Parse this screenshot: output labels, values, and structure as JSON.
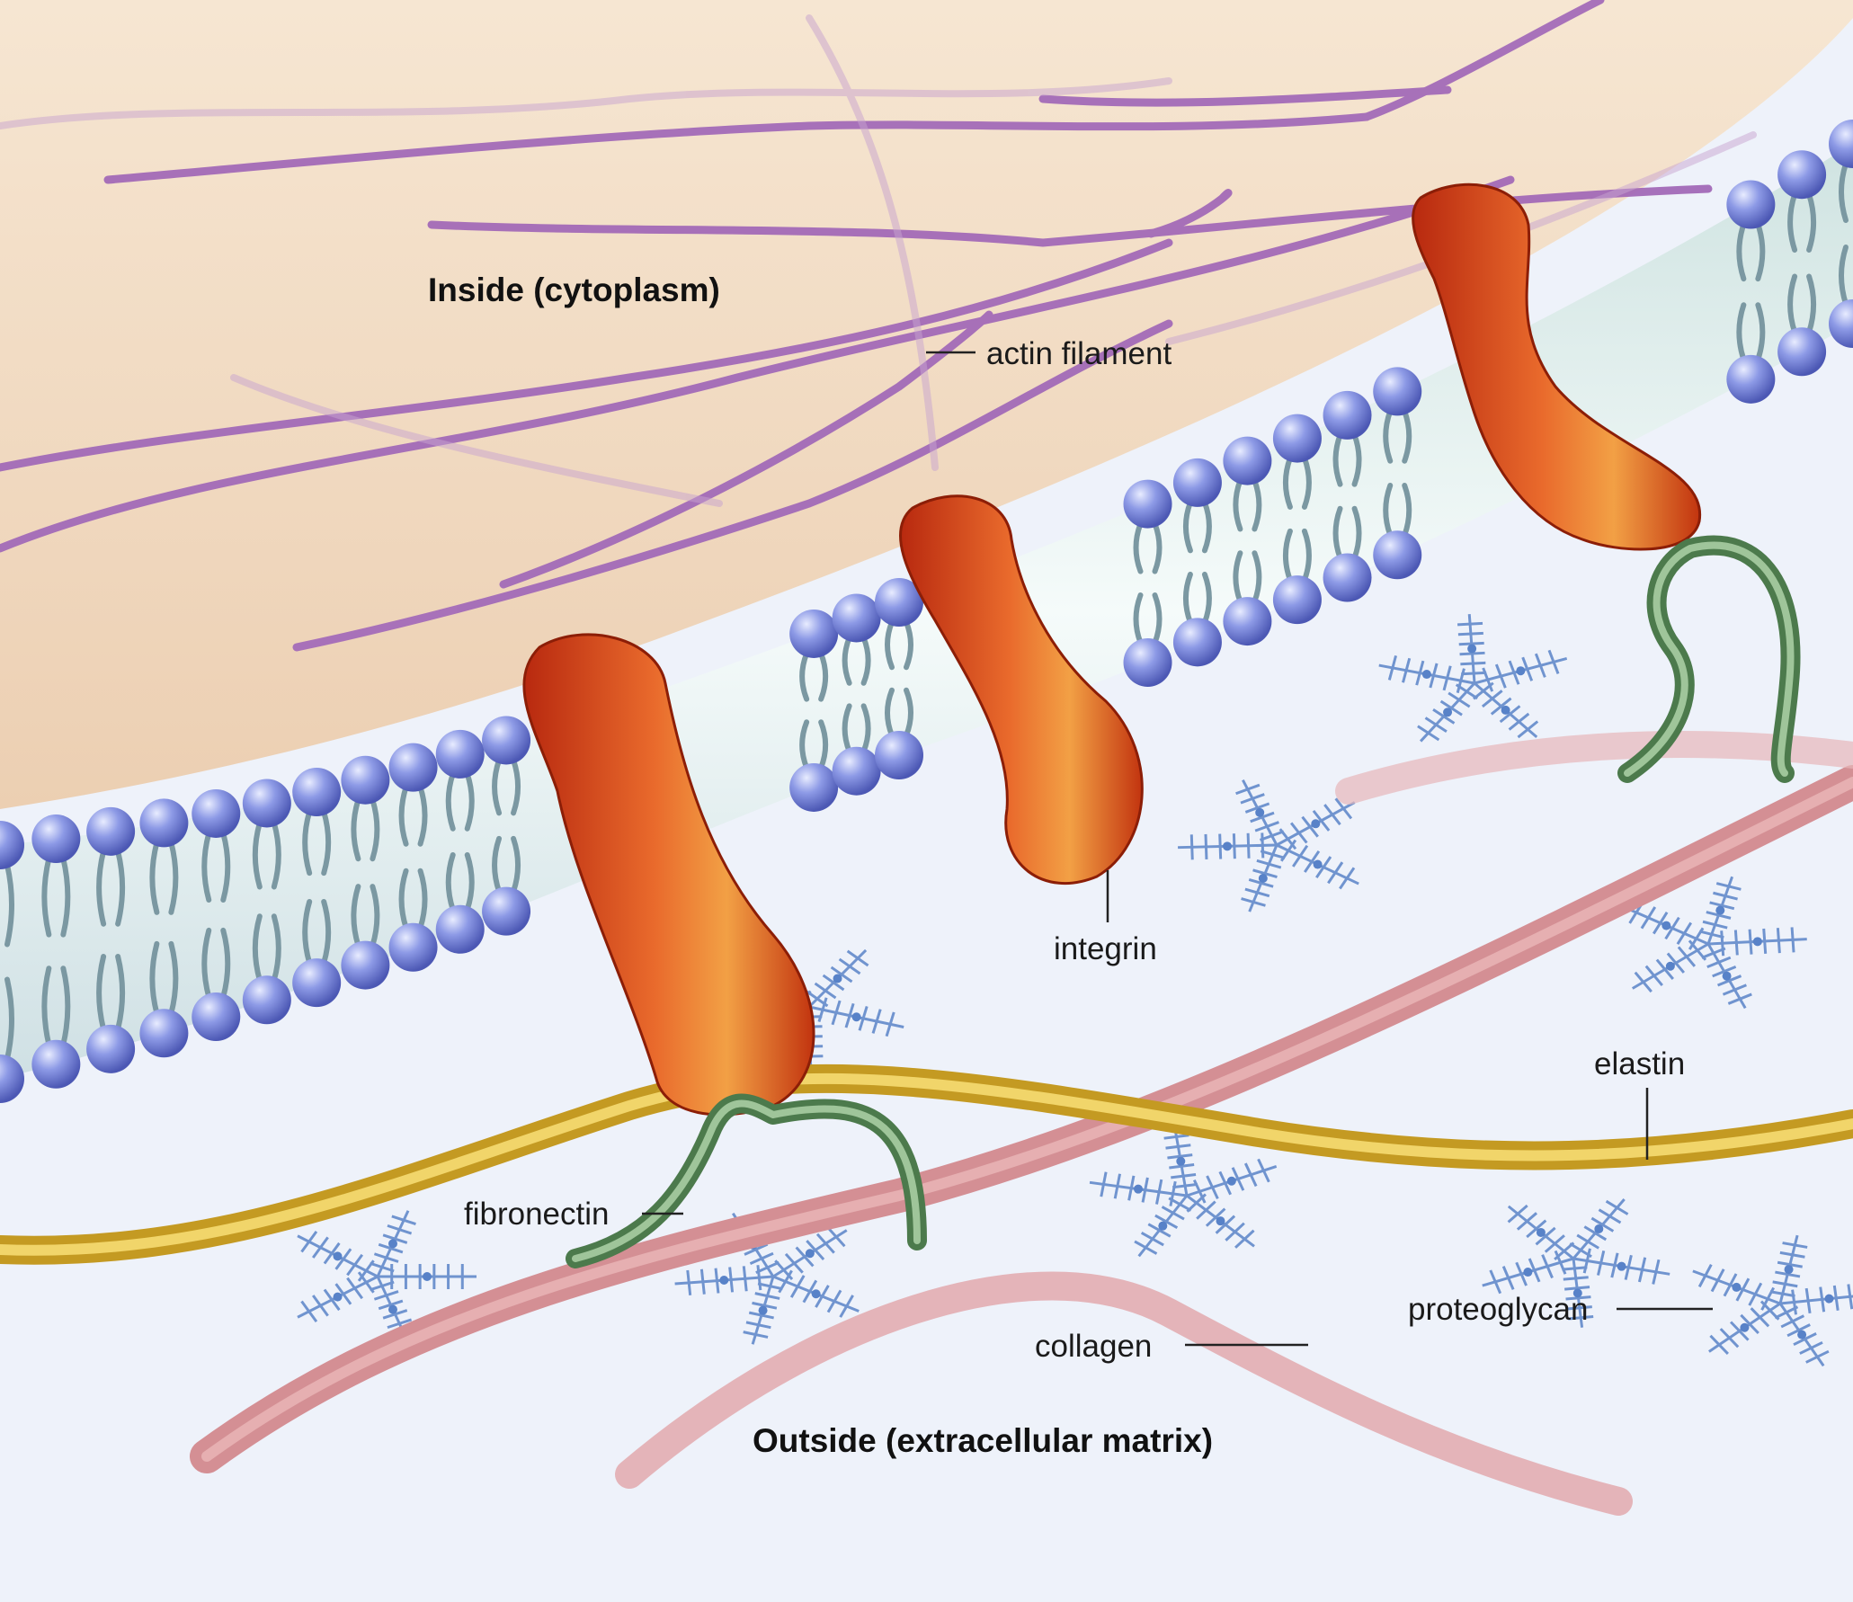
{
  "labels": {
    "inside": "Inside (cytoplasm)",
    "actin_filament": "actin filament",
    "integrin": "integrin",
    "elastin": "elastin",
    "fibronectin": "fibronectin",
    "proteoglycan": "proteoglycan",
    "collagen": "collagen",
    "outside": "Outside (extracellular matrix)"
  },
  "colors": {
    "cytoplasm": "#f1d9bf",
    "extracellular": "#eef1f8",
    "actin": "#9a64b0",
    "phospholipid_head": "#7f8ee0",
    "lipid_tail": "#7e9aa3",
    "integrin": "#d9451c",
    "fibronectin": "#6a9a6a",
    "elastin": "#e2b937",
    "collagen": "#d08a8e",
    "proteoglycan": "#5b84c8"
  }
}
